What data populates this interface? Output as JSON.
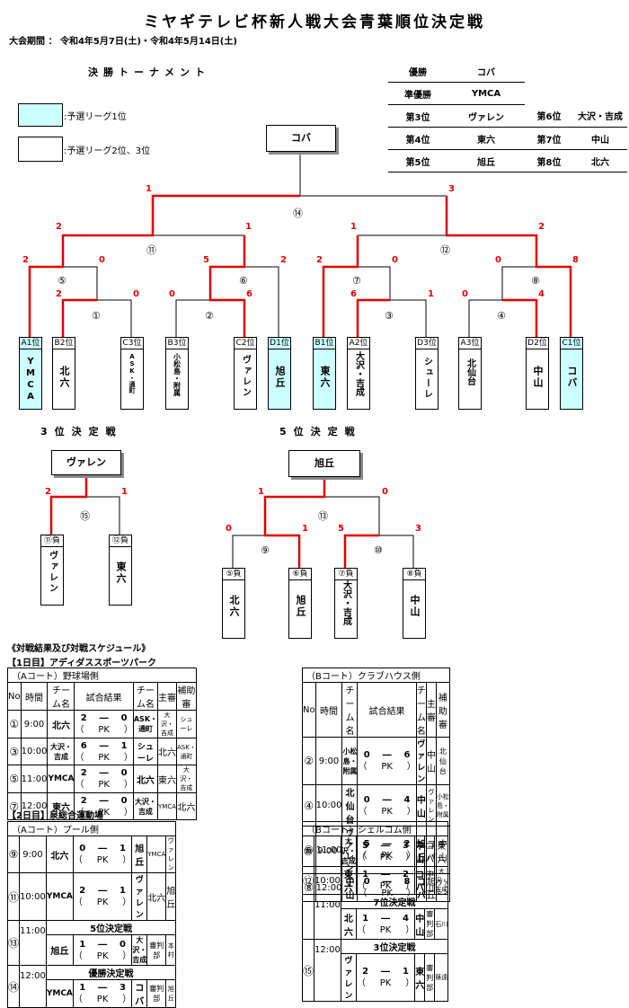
{
  "title": "ミヤギテレビ杯新人戦大会青葉順位決定戦",
  "period": "大会期間 ： 令和4年5月7日(土)・令和4年5月14日(土)",
  "final_heading": "決勝トーナメント",
  "legend": [
    {
      "text": ":予選リーグ1位",
      "color": "#ccffff"
    },
    {
      "text": ":予選リーグ2位、3位",
      "color": "#ffffff"
    }
  ],
  "rankings": [
    {
      "label": "優勝",
      "team": "コバ"
    },
    {
      "label": "準優勝",
      "team": "YMCA"
    },
    {
      "label": "第3位",
      "team": "ヴァレン",
      "label2": "第6位",
      "team2": "大沢・吉成"
    },
    {
      "label": "第4位",
      "team": "東六",
      "label2": "第7位",
      "team2": "中山"
    },
    {
      "label": "第5位",
      "team": "旭丘",
      "label2": "第8位",
      "team2": "北六"
    }
  ],
  "champion": "コバ",
  "main_bracket": {
    "match_numbers": [
      "①",
      "②",
      "③",
      "④",
      "⑤",
      "⑥",
      "⑦",
      "⑧",
      "⑪",
      "⑫",
      "⑭"
    ],
    "teams": [
      {
        "label": "A1位",
        "name": "YMCA",
        "cyan": true
      },
      {
        "label": "B2位",
        "name": "北六",
        "cyan": false
      },
      {
        "label": "C3位",
        "name": "ASK・通町",
        "cyan": false
      },
      {
        "label": "B3位",
        "name": "小松島・附属",
        "cyan": false
      },
      {
        "label": "C2位",
        "name": "ヴァレン",
        "cyan": false
      },
      {
        "label": "D1位",
        "name": "旭丘",
        "cyan": true
      },
      {
        "label": "B1位",
        "name": "東六",
        "cyan": true
      },
      {
        "label": "A2位",
        "name": "大沢・吉成",
        "cyan": false
      },
      {
        "label": "D3位",
        "name": "シューレ",
        "cyan": false
      },
      {
        "label": "A3位",
        "name": "北仙台",
        "cyan": false
      },
      {
        "label": "D2位",
        "name": "中山",
        "cyan": false
      },
      {
        "label": "C1位",
        "name": "コバ",
        "cyan": true
      }
    ],
    "scores": {
      "m14_l": "1",
      "m14_r": "3",
      "m11_l": "2",
      "m11_r": "1",
      "m12_l": "1",
      "m12_r": "2",
      "m5_l": "2",
      "m5_r": "0",
      "m6_l": "5",
      "m6_r": "2",
      "m7_l": "2",
      "m7_r": "0",
      "m8_l": "0",
      "m8_r": "8",
      "m1_l": "2",
      "m1_r": "0",
      "m2_l": "0",
      "m2_r": "6",
      "m3_l": "6",
      "m3_r": "1",
      "m4_l": "0",
      "m4_r": "4"
    }
  },
  "third_place": {
    "heading": "3位決定戦",
    "winner": "ヴァレン",
    "match_number": "⑮",
    "score_l": "2",
    "score_r": "1",
    "teams": [
      {
        "label": "⑪負",
        "name": "ヴァレン"
      },
      {
        "label": "⑫負",
        "name": "東六"
      }
    ]
  },
  "fifth_place": {
    "heading": "5位決定戦",
    "winner": "旭丘",
    "match_numbers": [
      "⑬",
      "⑨",
      "⑩"
    ],
    "scores": {
      "top_l": "1",
      "top_r": "0",
      "m9_l": "0",
      "m9_r": "1",
      "m10_l": "5",
      "m10_r": "3"
    },
    "teams": [
      {
        "label": "⑤負",
        "name": "北六"
      },
      {
        "label": "⑥負",
        "name": "旭丘"
      },
      {
        "label": "⑦負",
        "name": "大沢・吉成"
      },
      {
        "label": "⑧負",
        "name": "中山"
      }
    ]
  },
  "schedule_heading": "《対戦結果及び対戦スケジュール》",
  "day1": {
    "title": "【1日目】アディダススポーツパーク",
    "left_caption": "（Aコート）野球場側",
    "right_caption": "（Bコート）クラブハウス側",
    "headers": [
      "No",
      "時間",
      "チーム名",
      "試合結果",
      "チーム名",
      "主審",
      "補助審"
    ],
    "left_rows": [
      {
        "no": "①",
        "time": "9:00",
        "t1": "北六",
        "s1": "2",
        "s2": "0",
        "pk": "PK",
        "t2": "ASK・通町",
        "ref": "大沢・吉成",
        "aux": "シューレ"
      },
      {
        "no": "③",
        "time": "10:00",
        "t1": "大沢・吉成",
        "s1": "6",
        "s2": "1",
        "pk": "PK",
        "t2": "シューレ",
        "ref": "北六",
        "aux": "ASK・通町"
      },
      {
        "no": "⑤",
        "time": "11:00",
        "t1": "YMCA",
        "s1": "2",
        "s2": "0",
        "pk": "PK",
        "t2": "北六",
        "ref": "東六",
        "aux": "大沢・吉成"
      },
      {
        "no": "⑦",
        "time": "12:00",
        "t1": "東六",
        "s1": "2",
        "s2": "0",
        "pk": "PK",
        "t2": "大沢・吉成",
        "ref": "YMCA",
        "aux": "北六"
      }
    ],
    "right_rows": [
      {
        "no": "②",
        "time": "9:00",
        "t1": "小松島・附属",
        "s1": "0",
        "s2": "6",
        "pk": "PK",
        "t2": "ヴァレン",
        "ref": "中山",
        "aux": "北仙台"
      },
      {
        "no": "④",
        "time": "10:00",
        "t1": "北仙台",
        "s1": "0",
        "s2": "4",
        "pk": "PK",
        "t2": "中山",
        "ref": "ヴァレン",
        "aux": "小松島・附属"
      },
      {
        "no": "⑥",
        "time": "11:00",
        "t1": "ヴァレン",
        "s1": "5",
        "s2": "2",
        "pk": "PK",
        "t2": "旭丘",
        "ref": "コバ",
        "aux": "中山"
      },
      {
        "no": "⑧",
        "time": "12:00",
        "t1": "中山",
        "s1": "0",
        "s2": "8",
        "pk": "PK",
        "t2": "コバ",
        "ref": "旭丘",
        "aux": "ヴァレン"
      }
    ]
  },
  "day2": {
    "title": "【2日目】泉総合運動場",
    "left_caption": "（Aコート）プール側",
    "right_caption": "（Bコート）シェルコム側",
    "left_rows": [
      {
        "no": "⑨",
        "time": "9:00",
        "t1": "北六",
        "s1": "0",
        "s2": "1",
        "pk": "PK",
        "t2": "旭丘",
        "ref": "YMCA",
        "aux": "ヴァレン"
      },
      {
        "no": "⑪",
        "time": "10:00",
        "t1": "YMCA",
        "s1": "2",
        "s2": "1",
        "pk": "PK",
        "t2": "ヴァレン",
        "ref": "北六",
        "aux": "旭丘"
      }
    ],
    "left_special": [
      {
        "label": "5位決定戦",
        "no": "⑬",
        "time": "11:00",
        "t1": "旭丘",
        "s1": "1",
        "s2": "0",
        "pk": "PK",
        "t2": "大沢・吉成",
        "ref": "審判部",
        "aux": "本村"
      },
      {
        "label": "優勝決定戦",
        "no": "⑭",
        "time": "12:00",
        "t1": "YMCA",
        "s1": "1",
        "s2": "3",
        "pk": "PK",
        "t2": "コバ",
        "ref": "審判部",
        "aux": "旭丘"
      }
    ],
    "right_rows": [
      {
        "no": "⑩",
        "time": "9:00",
        "t1": "大沢・吉成",
        "s1": "5",
        "s2": "3",
        "pk": "PK",
        "t2": "中山",
        "ref": "コバ",
        "aux": "東六"
      },
      {
        "no": "⑫",
        "time": "10:00",
        "t1": "東六",
        "s1": "1",
        "s2": "2",
        "pk": "PK",
        "t2": "コバ",
        "ref": "中山",
        "aux": "大沢・吉成"
      }
    ],
    "right_special": [
      {
        "label": "7位決定戦",
        "no": "",
        "time": "11:00",
        "t1": "北六",
        "s1": "1",
        "s2": "4",
        "pk": "PK",
        "t2": "中山",
        "ref": "審判部",
        "aux": "石川"
      },
      {
        "label": "3位決定戦",
        "no": "⑮",
        "time": "12:00",
        "t1": "ヴァレン",
        "s1": "2",
        "s2": "1",
        "pk": "PK",
        "t2": "東六",
        "ref": "審判部",
        "aux": "篠遠"
      }
    ]
  },
  "dash": "―",
  "paren_open": "（",
  "paren_close": "）"
}
